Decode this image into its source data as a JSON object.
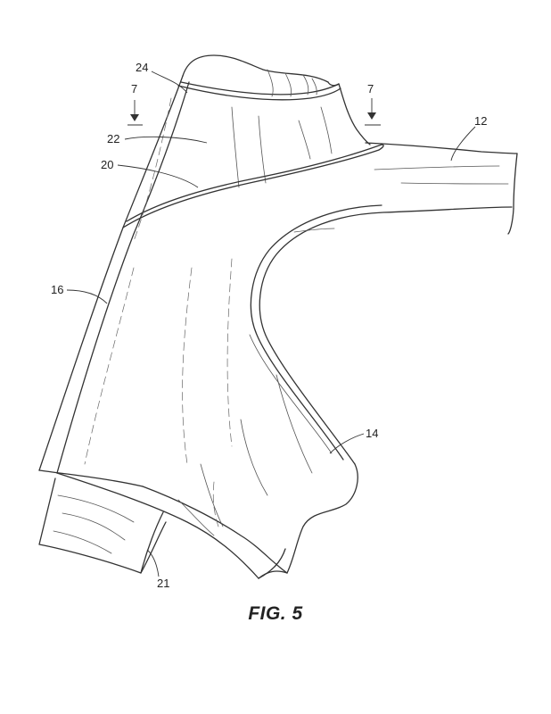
{
  "figure": {
    "caption": "FIG. 5",
    "labels": {
      "l24": "24",
      "l7a": "7",
      "l7b": "7",
      "l12": "12",
      "l22": "22",
      "l20": "20",
      "l16": "16",
      "l14": "14",
      "l21": "21"
    }
  }
}
